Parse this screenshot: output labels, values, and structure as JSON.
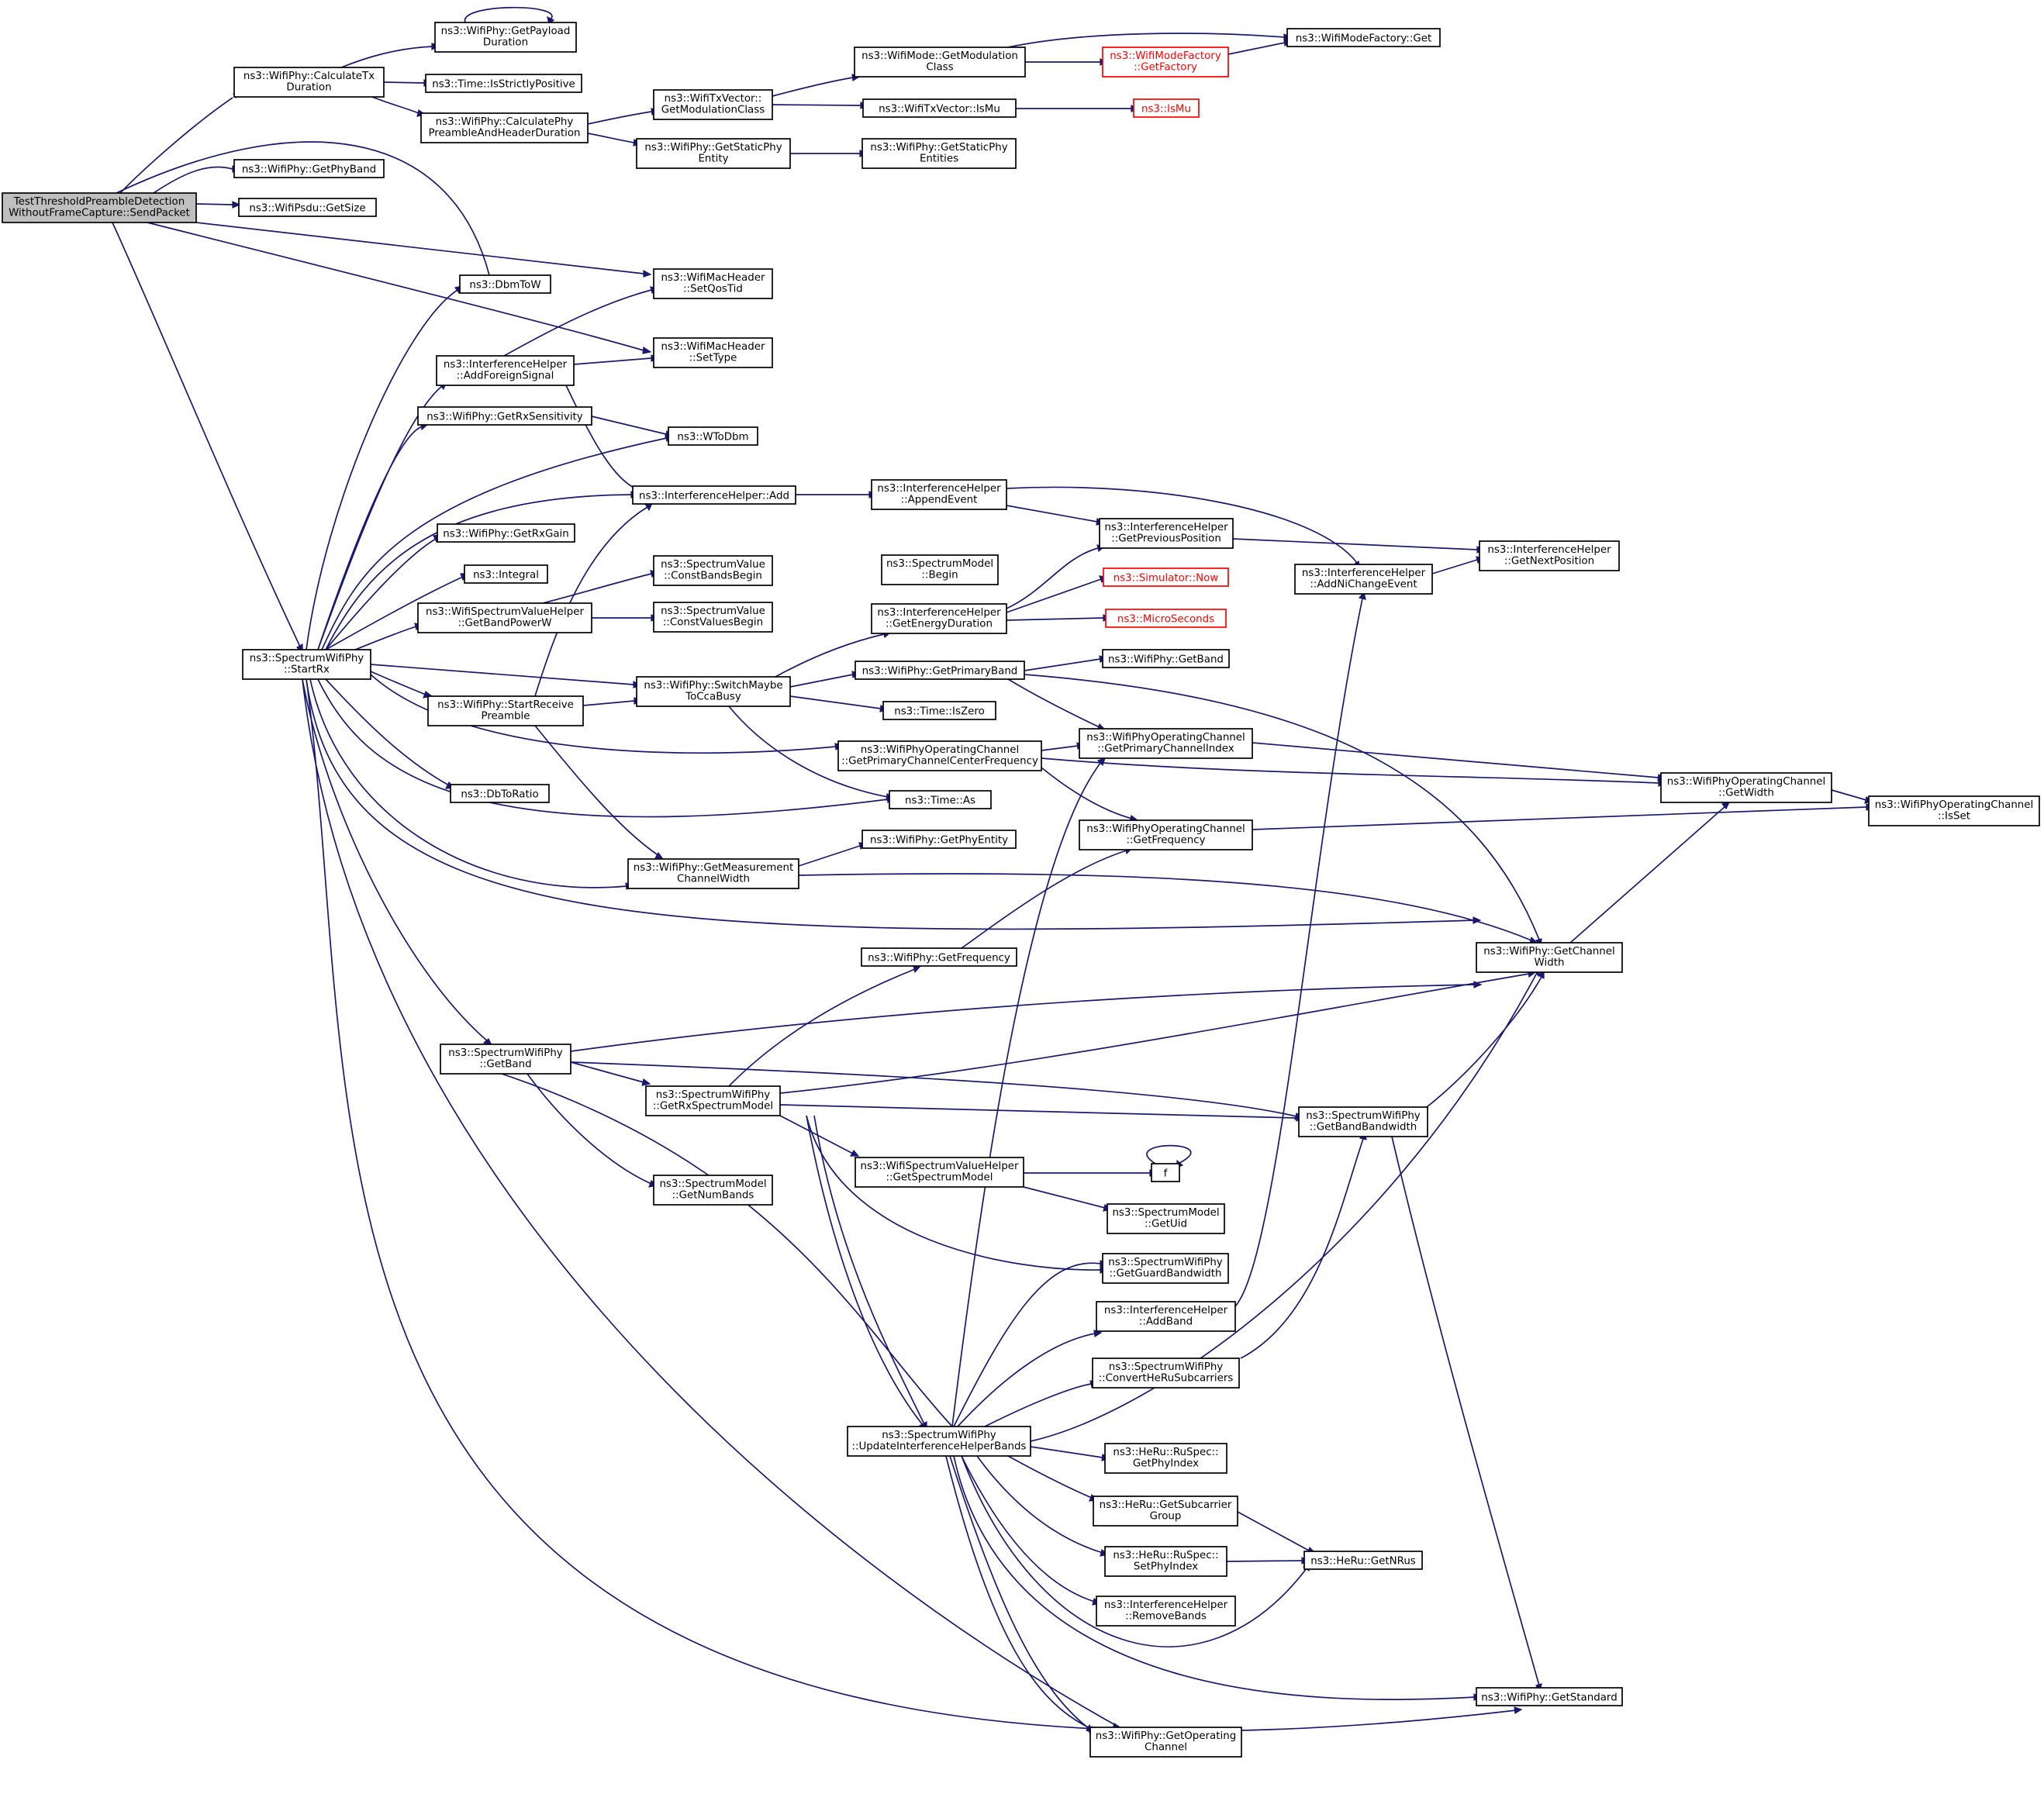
{
  "diagram": {
    "nodes": [
      {
        "id": "root",
        "lines": [
          "TestThresholdPreambleDetection",
          "WithoutFrameCapture::SendPacket"
        ],
        "style": "root"
      },
      {
        "id": "calcTx",
        "lines": [
          "ns3::WifiPhy::CalculateTx",
          "Duration"
        ]
      },
      {
        "id": "payload",
        "lines": [
          "ns3::WifiPhy::GetPayload",
          "Duration"
        ]
      },
      {
        "id": "strictly",
        "lines": [
          "ns3::Time::IsStrictlyPositive"
        ]
      },
      {
        "id": "preamble",
        "lines": [
          "ns3::WifiPhy::CalculatePhy",
          "PreambleAndHeaderDuration"
        ]
      },
      {
        "id": "getPhyBand",
        "lines": [
          "ns3::WifiPhy::GetPhyBand"
        ]
      },
      {
        "id": "psduSize",
        "lines": [
          "ns3::WifiPsdu::GetSize"
        ]
      },
      {
        "id": "dbmToW",
        "lines": [
          "ns3::DbmToW"
        ]
      },
      {
        "id": "addForeign",
        "lines": [
          "ns3::InterferenceHelper",
          "::AddForeignSignal"
        ]
      },
      {
        "id": "rxSens",
        "lines": [
          "ns3::WifiPhy::GetRxSensitivity"
        ]
      },
      {
        "id": "ihAdd",
        "lines": [
          "ns3::InterferenceHelper::Add"
        ]
      },
      {
        "id": "rxGain",
        "lines": [
          "ns3::WifiPhy::GetRxGain"
        ]
      },
      {
        "id": "integral",
        "lines": [
          "ns3::Integral"
        ]
      },
      {
        "id": "bandPower",
        "lines": [
          "ns3::WifiSpectrumValueHelper",
          "::GetBandPowerW"
        ]
      },
      {
        "id": "startRx",
        "lines": [
          "ns3::SpectrumWifiPhy",
          "::StartRx"
        ]
      },
      {
        "id": "startRecv",
        "lines": [
          "ns3::WifiPhy::StartReceive",
          "Preamble"
        ]
      },
      {
        "id": "dbToRatio",
        "lines": [
          "ns3::DbToRatio"
        ]
      },
      {
        "id": "measWidth",
        "lines": [
          "ns3::WifiPhy::GetMeasurement",
          "ChannelWidth"
        ]
      },
      {
        "id": "sGetBand",
        "lines": [
          "ns3::SpectrumWifiPhy",
          "::GetBand"
        ]
      },
      {
        "id": "numBands",
        "lines": [
          "ns3::SpectrumModel",
          "::GetNumBands"
        ]
      },
      {
        "id": "modClassTx",
        "lines": [
          "ns3::WifiTxVector::",
          "GetModulationClass"
        ]
      },
      {
        "id": "staticPhy",
        "lines": [
          "ns3::WifiPhy::GetStaticPhy",
          "Entity"
        ]
      },
      {
        "id": "setQos",
        "lines": [
          "ns3::WifiMacHeader",
          "::SetQosTid"
        ]
      },
      {
        "id": "setType",
        "lines": [
          "ns3::WifiMacHeader",
          "::SetType"
        ]
      },
      {
        "id": "wToDbm",
        "lines": [
          "ns3::WToDbm"
        ]
      },
      {
        "id": "constBands",
        "lines": [
          "ns3::SpectrumValue",
          "::ConstBandsBegin"
        ]
      },
      {
        "id": "constValues",
        "lines": [
          "ns3::SpectrumValue",
          "::ConstValuesBegin"
        ]
      },
      {
        "id": "switchCca",
        "lines": [
          "ns3::WifiPhy::SwitchMaybe",
          "ToCcaBusy"
        ]
      },
      {
        "id": "rxSpecModel",
        "lines": [
          "ns3::SpectrumWifiPhy",
          "::GetRxSpectrumModel"
        ]
      },
      {
        "id": "modeModClass",
        "lines": [
          "ns3::WifiMode::GetModulation",
          "Class"
        ]
      },
      {
        "id": "isMuTx",
        "lines": [
          "ns3::WifiTxVector::IsMu"
        ]
      },
      {
        "id": "staticEntities",
        "lines": [
          "ns3::WifiPhy::GetStaticPhy",
          "Entities"
        ]
      },
      {
        "id": "appendEvent",
        "lines": [
          "ns3::InterferenceHelper",
          "::AppendEvent"
        ]
      },
      {
        "id": "smBegin",
        "lines": [
          "ns3::SpectrumModel",
          "::Begin"
        ]
      },
      {
        "id": "energyDur",
        "lines": [
          "ns3::InterferenceHelper",
          "::GetEnergyDuration"
        ]
      },
      {
        "id": "primaryBand",
        "lines": [
          "ns3::WifiPhy::GetPrimaryBand"
        ]
      },
      {
        "id": "isZero",
        "lines": [
          "ns3::Time::IsZero"
        ]
      },
      {
        "id": "primCenter",
        "lines": [
          "ns3::WifiPhyOperatingChannel",
          "::GetPrimaryChannelCenterFrequency"
        ]
      },
      {
        "id": "timeAs",
        "lines": [
          "ns3::Time::As"
        ]
      },
      {
        "id": "phyEntity",
        "lines": [
          "ns3::WifiPhy::GetPhyEntity"
        ]
      },
      {
        "id": "wpGetFreq",
        "lines": [
          "ns3::WifiPhy::GetFrequency"
        ]
      },
      {
        "id": "specModel",
        "lines": [
          "ns3::WifiSpectrumValueHelper",
          "::GetSpectrumModel"
        ]
      },
      {
        "id": "updateBands",
        "lines": [
          "ns3::SpectrumWifiPhy",
          "::UpdateInterferenceHelperBands"
        ]
      },
      {
        "id": "modeFactory",
        "lines": [
          "ns3::WifiModeFactory",
          "::GetFactory"
        ],
        "style": "red"
      },
      {
        "id": "isMu",
        "lines": [
          "ns3::IsMu"
        ],
        "style": "red"
      },
      {
        "id": "prevPos",
        "lines": [
          "ns3::InterferenceHelper",
          "::GetPreviousPosition"
        ]
      },
      {
        "id": "simNow",
        "lines": [
          "ns3::Simulator::Now"
        ],
        "style": "red"
      },
      {
        "id": "micro",
        "lines": [
          "ns3::MicroSeconds"
        ],
        "style": "red"
      },
      {
        "id": "wpGetBand",
        "lines": [
          "ns3::WifiPhy::GetBand"
        ]
      },
      {
        "id": "primIndex",
        "lines": [
          "ns3::WifiPhyOperatingChannel",
          "::GetPrimaryChannelIndex"
        ]
      },
      {
        "id": "ocGetFreq",
        "lines": [
          "ns3::WifiPhyOperatingChannel",
          "::GetFrequency"
        ]
      },
      {
        "id": "fNode",
        "lines": [
          "f"
        ]
      },
      {
        "id": "smUid",
        "lines": [
          "ns3::SpectrumModel",
          "::GetUid"
        ]
      },
      {
        "id": "guardBw",
        "lines": [
          "ns3::SpectrumWifiPhy",
          "::GetGuardBandwidth"
        ]
      },
      {
        "id": "addBand",
        "lines": [
          "ns3::InterferenceHelper",
          "::AddBand"
        ]
      },
      {
        "id": "convertHeRu",
        "lines": [
          "ns3::SpectrumWifiPhy",
          "::ConvertHeRuSubcarriers"
        ]
      },
      {
        "id": "ruGetPhyIdx",
        "lines": [
          "ns3::HeRu::RuSpec::",
          "GetPhyIndex"
        ]
      },
      {
        "id": "subcarrier",
        "lines": [
          "ns3::HeRu::GetSubcarrier",
          "Group"
        ]
      },
      {
        "id": "ruSetPhyIdx",
        "lines": [
          "ns3::HeRu::RuSpec::",
          "SetPhyIndex"
        ]
      },
      {
        "id": "removeBands",
        "lines": [
          "ns3::InterferenceHelper",
          "::RemoveBands"
        ]
      },
      {
        "id": "opChannel",
        "lines": [
          "ns3::WifiPhy::GetOperating",
          "Channel"
        ]
      },
      {
        "id": "modeFactoryGet",
        "lines": [
          "ns3::WifiModeFactory::Get"
        ]
      },
      {
        "id": "addNiChange",
        "lines": [
          "ns3::InterferenceHelper",
          "::AddNiChangeEvent"
        ]
      },
      {
        "id": "nextPos",
        "lines": [
          "ns3::InterferenceHelper",
          "::GetNextPosition"
        ]
      },
      {
        "id": "bandBw",
        "lines": [
          "ns3::SpectrumWifiPhy",
          "::GetBandBandwidth"
        ]
      },
      {
        "id": "heNRus",
        "lines": [
          "ns3::HeRu::GetNRus"
        ]
      },
      {
        "id": "ocWidth",
        "lines": [
          "ns3::WifiPhyOperatingChannel",
          "::GetWidth"
        ]
      },
      {
        "id": "chanWidth",
        "lines": [
          "ns3::WifiPhy::GetChannel",
          "Width"
        ]
      },
      {
        "id": "getStandard",
        "lines": [
          "ns3::WifiPhy::GetStandard"
        ]
      },
      {
        "id": "isSet",
        "lines": [
          "ns3::WifiPhyOperatingChannel",
          "::IsSet"
        ]
      }
    ]
  }
}
